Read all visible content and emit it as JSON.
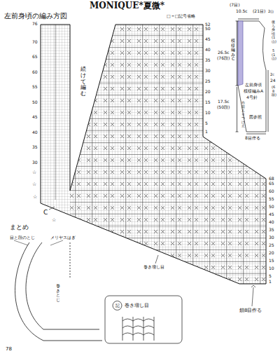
{
  "diagram": {
    "title": "左前身頃の編み方図",
    "labels": [
      "MONIQUE*夏微*",
      "□＝□記号省略",
      "続けて編む",
      "C",
      "☆",
      "☆",
      "☆",
      "☆",
      "まとめ",
      "目と段のとじ",
      "メリヤスはぎ",
      "巻きとじ",
      "巻き増し目",
      "記",
      "巻き増し目",
      "鎖8目作る",
      "78",
      "(7目)",
      "10.5c",
      "(21目)",
      "2山",
      "後ろ身頃(1山)",
      "5(1山)",
      "26.5c",
      "(76段)",
      "模様編みC",
      "左前身頃",
      "模様編みA",
      "4号針",
      "17.5c",
      "(50段)",
      "右前えりつけ止",
      "図参照",
      "24",
      "(68段)",
      "2c",
      "8目作る",
      "76",
      "70",
      "65",
      "60",
      "55",
      "50",
      "45",
      "40",
      "35",
      "30",
      "52",
      "50",
      "45",
      "40",
      "35",
      "30",
      "25",
      "20",
      "15",
      "10",
      "5",
      "1",
      "68",
      "65",
      "60",
      "55",
      "50",
      "45",
      "40",
      "35",
      "30",
      "25",
      "20",
      "15",
      "10",
      "5",
      "1"
    ]
  }
}
